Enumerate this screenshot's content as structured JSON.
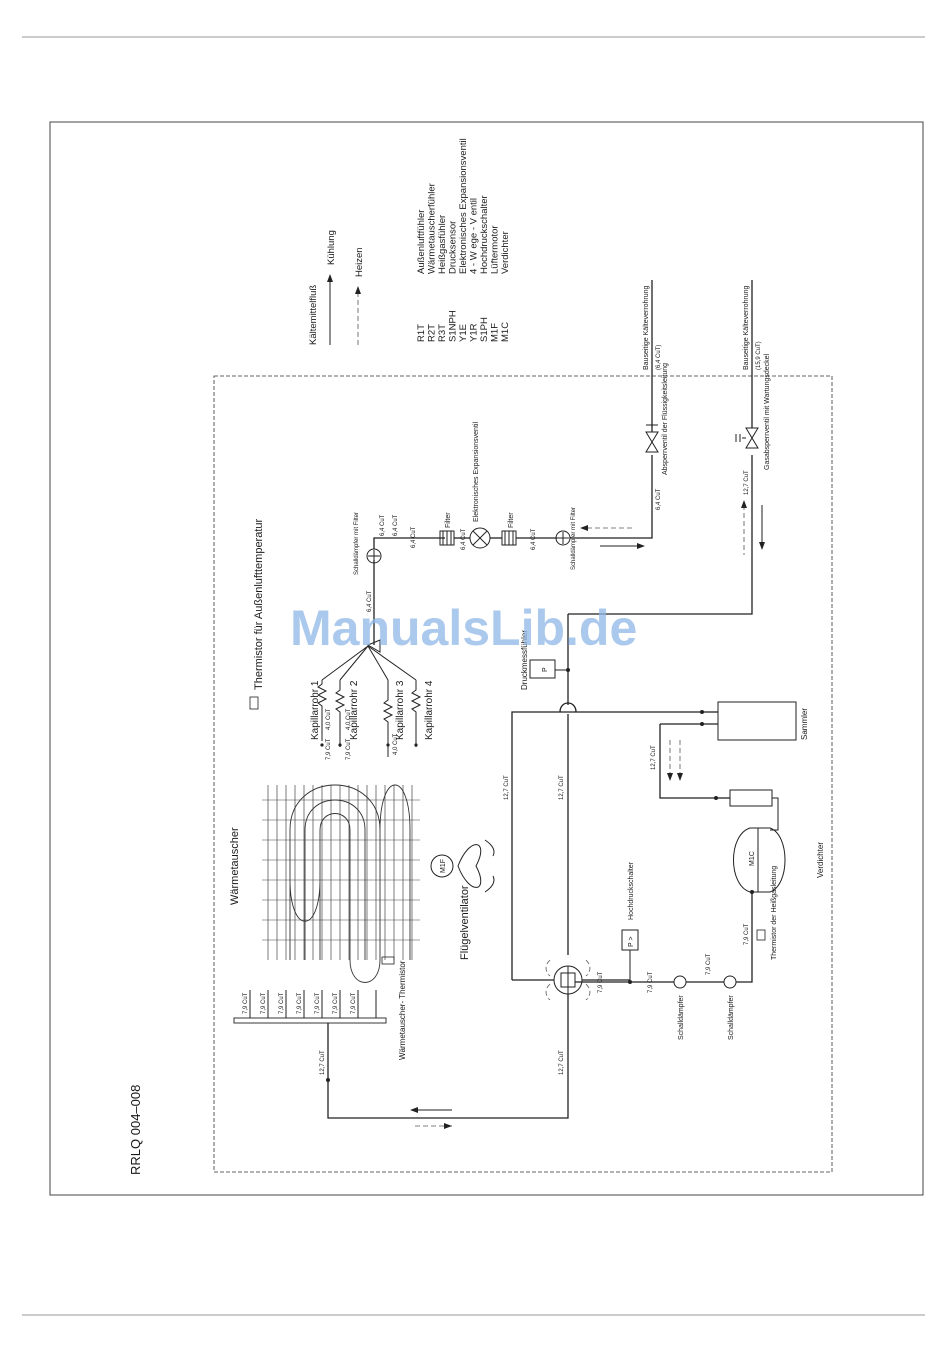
{
  "model": "RRLQ 004–008",
  "flow_legend": {
    "title": "Kältemittelfluß",
    "cooling": "Kühlung",
    "heating": "Heizen"
  },
  "components": [
    {
      "code": "R1T",
      "name": "Außenluftfühler"
    },
    {
      "code": "R2T",
      "name": "Wärmetauscherfühler"
    },
    {
      "code": "R3T",
      "name": "Heißgasfühler"
    },
    {
      "code": "S1NPH",
      "name": "Drucksensor"
    },
    {
      "code": "Y1E",
      "name": "Elektronisches Expansionsventil"
    },
    {
      "code": "Y1R",
      "name": "4 - W ege - V entil"
    },
    {
      "code": "S1PH",
      "name": "Hochdruckschalter"
    },
    {
      "code": "M1F",
      "name": "Lüftermotor"
    },
    {
      "code": "M1C",
      "name": "Verdichter"
    }
  ],
  "labels": {
    "thermistor_outdoor": "Thermistor für Außenlufttemperatur",
    "heat_exchanger": "Wärmetauscher",
    "fan": "Flügelventilator",
    "fan_code": "M1F",
    "hx_thermistor": "Wärmetauscher- Thermistor",
    "capillaries": [
      "Kapillarrohr 1",
      "Kapillarrohr 2",
      "Kapillarrohr 3",
      "Kapillarrohr 4"
    ],
    "muffler_filter_top": "Schalldämpfer mit Filter",
    "filter": "Filter",
    "expansion_valve": "Elektronisches Expansionsventil",
    "muffler_filter_bottom": "Schalldämpfer mit Filter",
    "stop_valve_liquid": "Absperrventil der Flüssigkeitsleitung",
    "gas_valve": "Gasabsperrventil mit Wartungsdeckel",
    "field_liquid": "Bauseitige Kälteverrohrung",
    "field_liquid_size": "(6,4 CuT)",
    "field_gas": "Bauseitige Kälteverrohrung",
    "field_gas_size": "(15,9 CuT)",
    "pressure_sensor": "Druckmessfühler",
    "pressure_symbol": "P",
    "receiver": "Sammler",
    "compressor": "Verdichter",
    "compressor_code": "M1C",
    "hot_gas_thermistor": "Thermistor der Heißgasleitung",
    "high_pressure_switch": "Hochdruckschalter",
    "hp_symbol": "P >",
    "muffler": "Schalldämpfer"
  },
  "pipe_sizes": {
    "s64": "6,4 CuT",
    "s79": "7,9 CuT",
    "s127": "12,7 CuT",
    "s40": "4,0 CuT"
  },
  "watermark": "ManualsLib.de",
  "colors": {
    "line": "#222222",
    "watermark": "#8fb8e8"
  }
}
